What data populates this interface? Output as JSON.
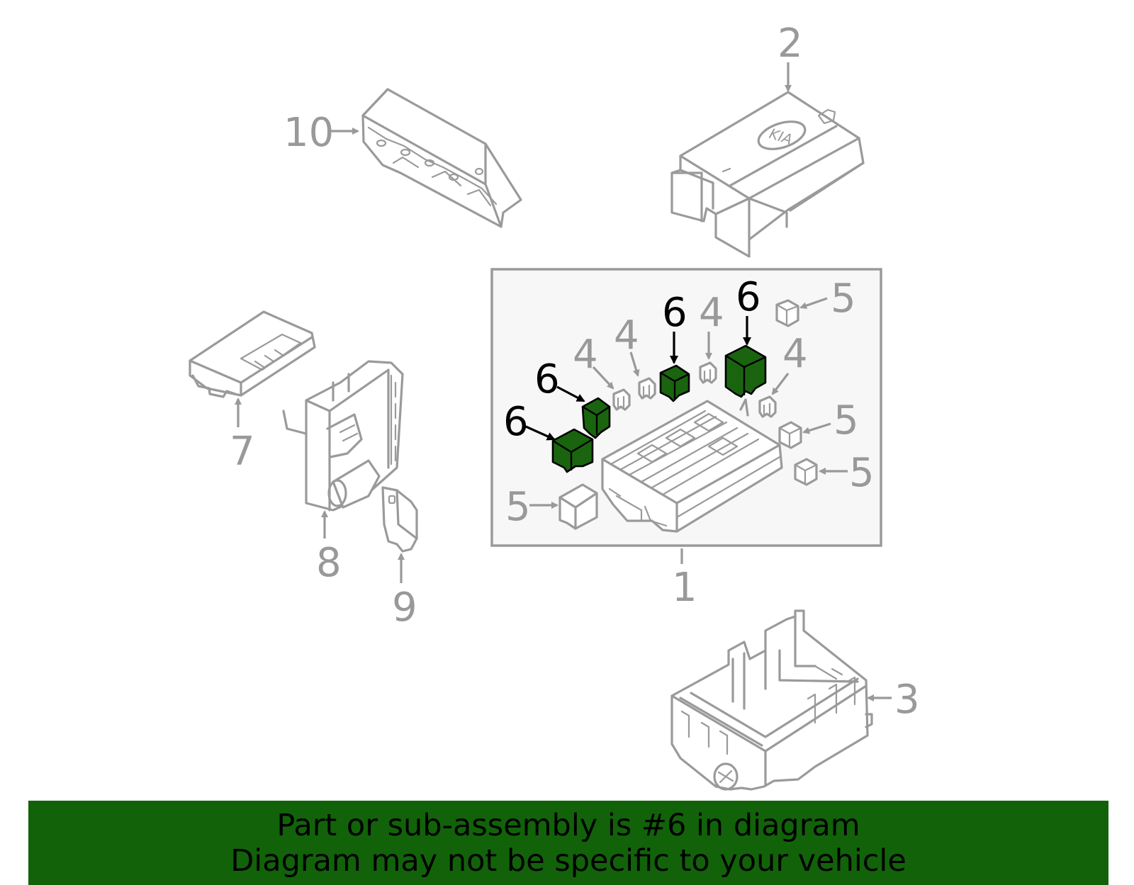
{
  "callouts": {
    "c1": "1",
    "c2": "2",
    "c3": "3",
    "c4a": "4",
    "c4b": "4",
    "c4c": "4",
    "c4d": "4",
    "c5a": "5",
    "c5b": "5",
    "c5c": "5",
    "c5d": "5",
    "c6a": "6",
    "c6b": "6",
    "c6c": "6",
    "c6d": "6",
    "c7": "7",
    "c8": "8",
    "c9": "9",
    "c10": "10"
  },
  "cover_logo_text": "KIA",
  "highlight_color": "#1a6410",
  "banner": {
    "line1": "Part or sub-assembly is #6 in diagram",
    "line2": "Diagram may not be specific to your vehicle",
    "background": "#12620a"
  }
}
